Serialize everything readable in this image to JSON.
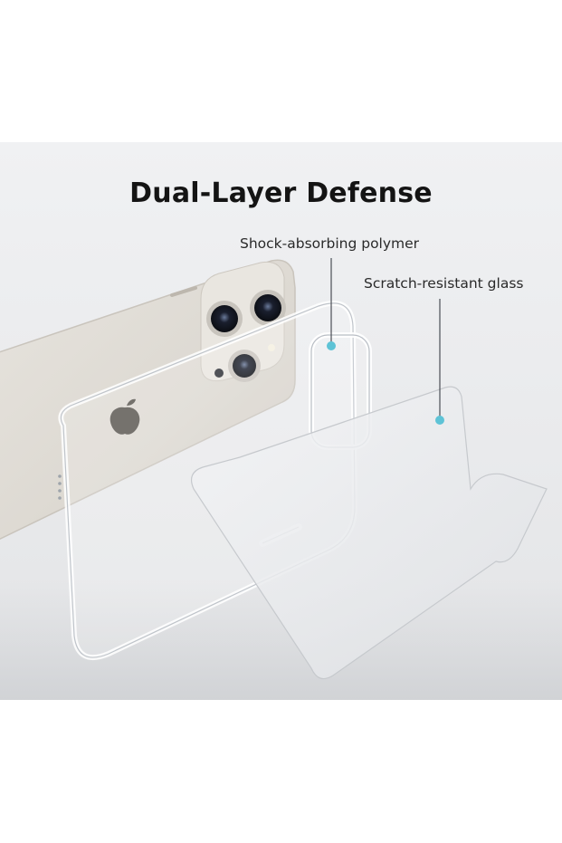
{
  "title": "Dual-Layer Defense",
  "labels": {
    "polymer": "Shock-absorbing polymer",
    "glass": "Scratch-resistant glass"
  },
  "colors": {
    "background": "#eceef0",
    "accent": "#5ec3d6",
    "title_text": "#141414",
    "label_text": "#2a2a2a"
  }
}
